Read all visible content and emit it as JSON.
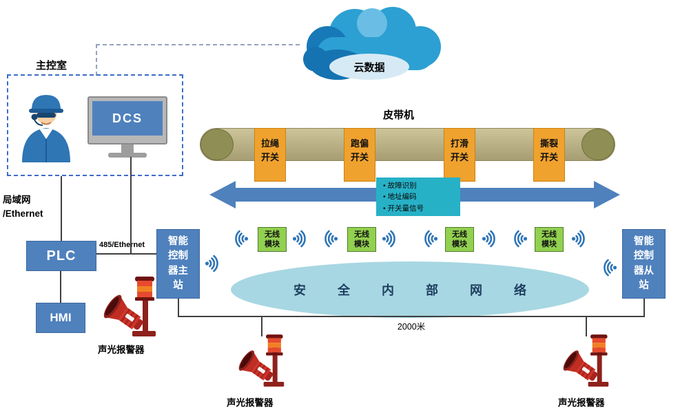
{
  "cloud": {
    "label": "云数据"
  },
  "control_room": {
    "title": "主控室",
    "dcs": "DCS"
  },
  "belt": {
    "label": "皮带机"
  },
  "switches": [
    {
      "label": "拉绳\n开关"
    },
    {
      "label": "跑偏\n开关"
    },
    {
      "label": "打滑\n开关"
    },
    {
      "label": "撕裂\n开关"
    }
  ],
  "bus": {
    "items": [
      "故障识别",
      "地址编码",
      "开关量信号"
    ]
  },
  "wireless": {
    "label": "无线\n模块"
  },
  "network": {
    "lan_label": "局域网\n/Ethernet",
    "plc": "PLC",
    "hmi": "HMI",
    "ethernet485": "485/Ethernet",
    "master": "智能\n控制\n器主\n站",
    "slave": "智能\n控制\n器从\n站",
    "safety_network": "安全内部网络",
    "distance": "2000米"
  },
  "alarm": {
    "label": "声光报警器"
  },
  "colors": {
    "box_blue": "#4f81bd",
    "switch_orange": "#f0a22e",
    "module_green": "#92d050",
    "bus_teal": "#27b1c6",
    "network_blue": "#a7d7e2",
    "wifi_blue": "#2e75b6",
    "alarm_red": "#c62f26"
  }
}
